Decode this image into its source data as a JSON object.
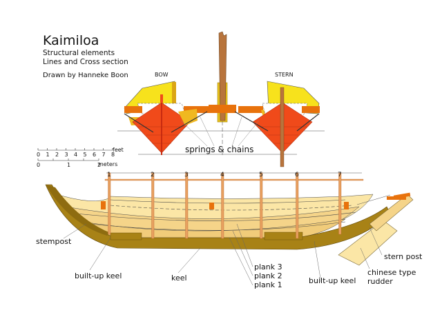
{
  "header": {
    "title": "Kaimiloa",
    "subtitle_1": "Structural elements",
    "subtitle_2": "Lines and Cross section",
    "credit": "Drawn by Hanneke Boon"
  },
  "cross_section": {
    "bow_label": "BOW",
    "stern_label": "STERN",
    "springs_label": "springs & chains"
  },
  "scale_bar": {
    "feet_ticks": [
      "0",
      "1",
      "2",
      "3",
      "4",
      "5",
      "6",
      "7",
      "8"
    ],
    "feet_unit": "feet",
    "meter_ticks": [
      "0",
      "1",
      "2"
    ],
    "meter_unit": "meters"
  },
  "side_view": {
    "frame_numbers": [
      "1",
      "2",
      "3",
      "4",
      "5",
      "6",
      "7"
    ],
    "labels": {
      "stempost": "stempost",
      "built_up_keel_fwd": "built-up keel",
      "keel": "keel",
      "plank_3": "plank 3",
      "plank_2": "plank 2",
      "plank_1": "plank 1",
      "built_up_keel_aft": "built-up keel",
      "stern_post": "stern post",
      "rudder_1": "chinese type",
      "rudder_2": "rudder"
    }
  },
  "colors": {
    "hull_red": "#f04a1a",
    "deck_orange": "#e8720c",
    "yellow": "#f7e21c",
    "mast_brown": "#b8743c",
    "plank_light": "#fbe6a6",
    "plank_mid": "#f5d489",
    "keel_dark": "#a88216",
    "frame": "#e8a060"
  }
}
